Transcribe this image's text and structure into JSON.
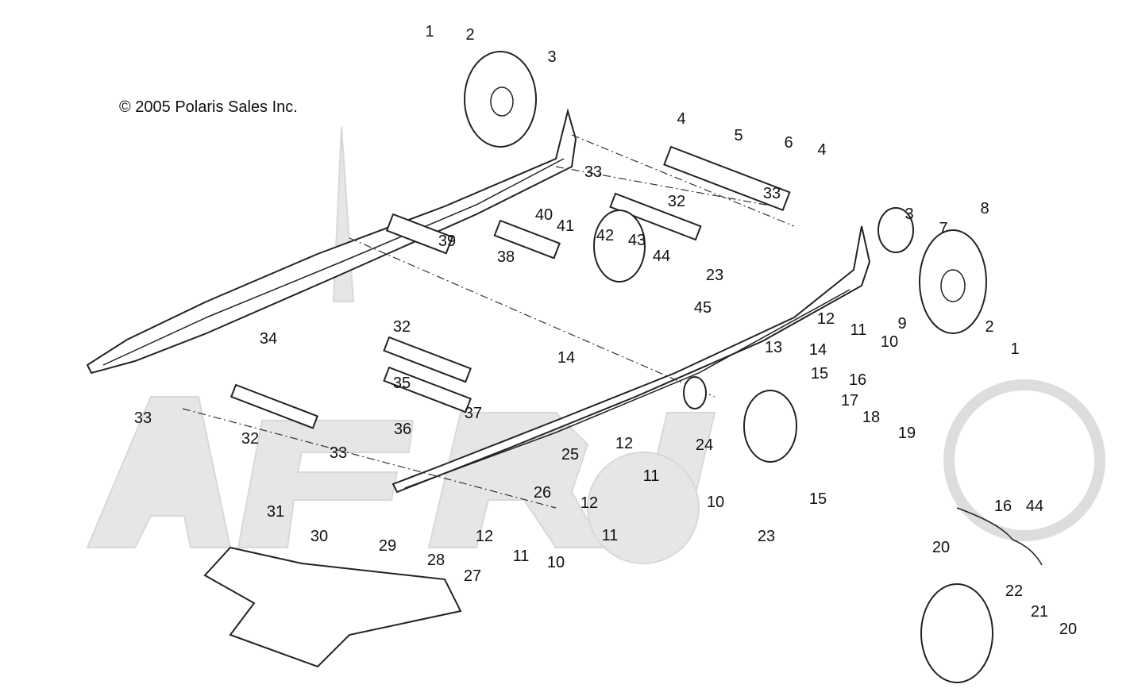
{
  "copyright": "© 2005 Polaris Sales Inc.",
  "watermark": "ARI",
  "callouts": [
    "1",
    "2",
    "3",
    "4",
    "5",
    "6",
    "4",
    "33",
    "32",
    "40",
    "41",
    "42",
    "43",
    "44",
    "3",
    "8",
    "7",
    "33",
    "39",
    "38",
    "23",
    "45",
    "9",
    "2",
    "1",
    "12",
    "11",
    "10",
    "34",
    "32",
    "14",
    "13",
    "14",
    "15",
    "16",
    "33",
    "35",
    "17",
    "18",
    "19",
    "37",
    "36",
    "32",
    "33",
    "25",
    "24",
    "12",
    "11",
    "10",
    "26",
    "12",
    "11",
    "23",
    "15",
    "16",
    "44",
    "31",
    "30",
    "29",
    "12",
    "11",
    "10",
    "28",
    "27",
    "20",
    "22",
    "21",
    "20"
  ]
}
